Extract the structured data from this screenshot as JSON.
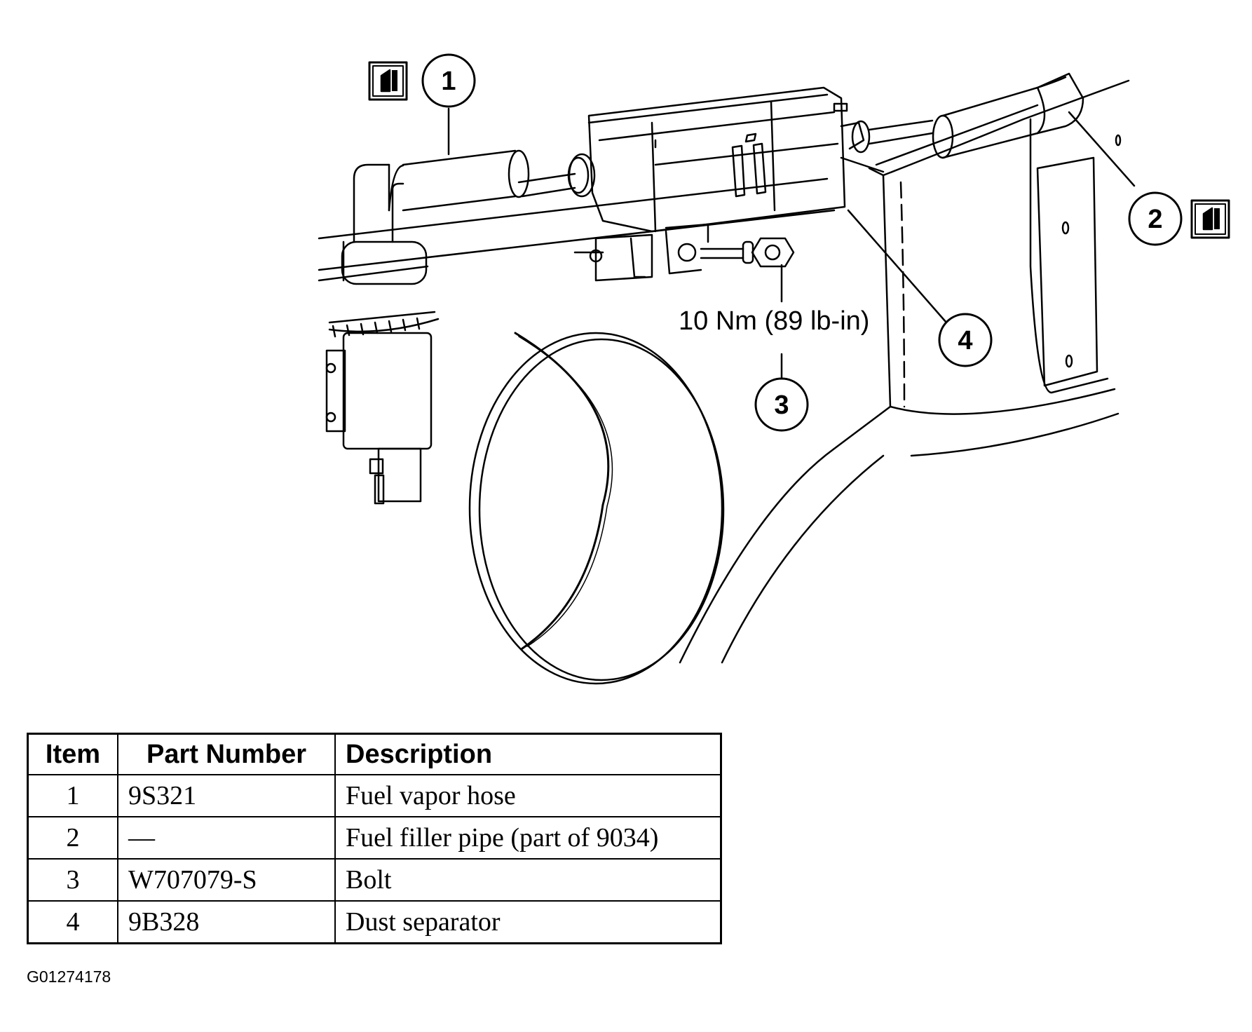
{
  "callouts": {
    "c1": "1",
    "c2": "2",
    "c3": "3",
    "c4": "4"
  },
  "torque_spec": "10 Nm (89 lb-in)",
  "table": {
    "headers": {
      "item": "Item",
      "part_number": "Part Number",
      "description": "Description"
    },
    "rows": [
      {
        "item": "1",
        "part_number": "9S321",
        "description": "Fuel vapor hose"
      },
      {
        "item": "2",
        "part_number": "—",
        "description": "Fuel filler pipe (part of 9034)"
      },
      {
        "item": "3",
        "part_number": "W707079-S",
        "description": "Bolt"
      },
      {
        "item": "4",
        "part_number": "9B328",
        "description": "Dust separator"
      }
    ]
  },
  "figure_id": "G01274178",
  "icons": [
    "disconnect-icon"
  ]
}
